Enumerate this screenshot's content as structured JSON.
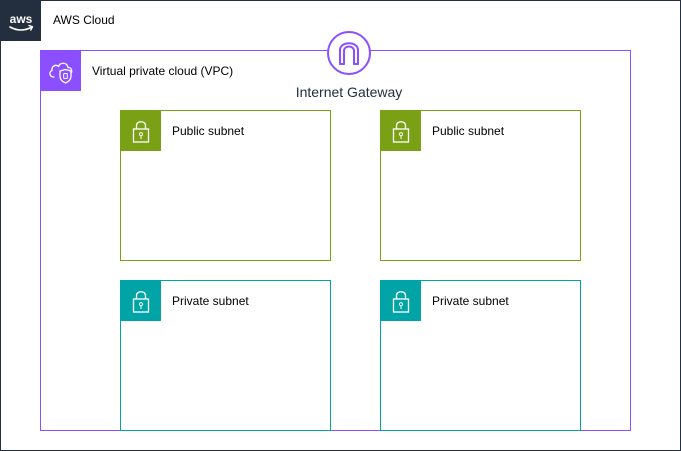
{
  "aws_cloud": {
    "label": "AWS Cloud",
    "logo_icon": "aws-logo-icon",
    "border_color": "#232f3e"
  },
  "vpc": {
    "label": "Virtual private cloud (VPC)",
    "icon": "vpc-cloud-shield-icon",
    "color": "#8c4fff"
  },
  "internet_gateway": {
    "label": "Internet Gateway",
    "icon": "internet-gateway-icon",
    "color": "#8c4fff"
  },
  "subnets": [
    {
      "label": "Public subnet",
      "kind": "public",
      "icon": "lock-icon",
      "color": "#7aa116"
    },
    {
      "label": "Public subnet",
      "kind": "public",
      "icon": "lock-icon",
      "color": "#7aa116"
    },
    {
      "label": "Private subnet",
      "kind": "private",
      "icon": "lock-icon",
      "color": "#00a4a6"
    },
    {
      "label": "Private subnet",
      "kind": "private",
      "icon": "lock-icon",
      "color": "#00a4a6"
    }
  ]
}
